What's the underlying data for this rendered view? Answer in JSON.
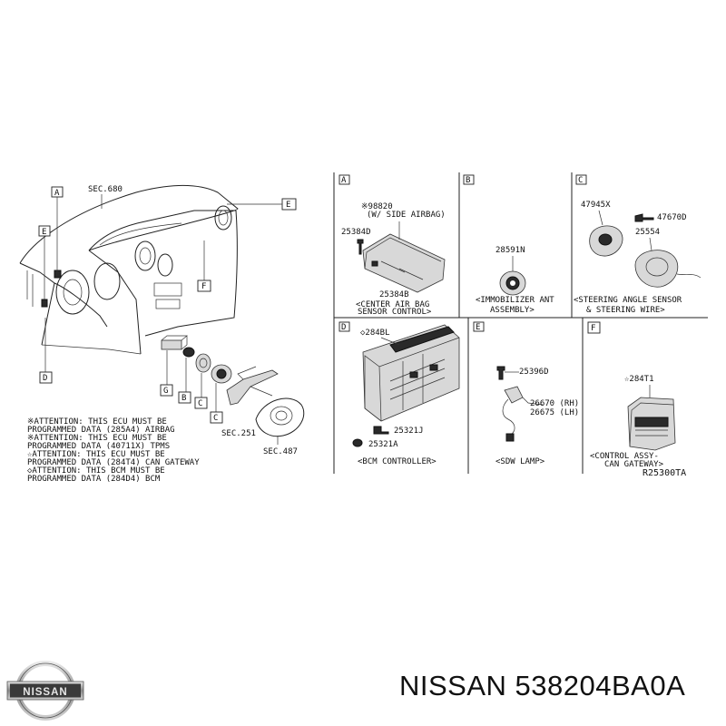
{
  "overview": {
    "sec_top": "SEC.680",
    "sec_251": "SEC.251",
    "sec_487": "SEC.487",
    "callouts": [
      "A",
      "E",
      "E",
      "F",
      "D",
      "G",
      "B",
      "C",
      "C"
    ]
  },
  "attention_notes": [
    "※ATTENTION: THIS ECU MUST BE",
    "PROGRAMMED DATA (285A4) AIRBAG",
    "※ATTENTION: THIS ECU MUST BE",
    "PROGRAMMED DATA (40711X) TPMS",
    "☆ATTENTION: THIS ECU MUST BE",
    "PROGRAMMED DATA (284T4) CAN GATEWAY",
    "◇ATTENTION: THIS BCM MUST BE",
    "PROGRAMMED DATA (284D4) BCM"
  ],
  "panels": {
    "A": {
      "label": "A",
      "p1": "※98820",
      "p1_note": "(W/ SIDE AIRBAG)",
      "p2": "25384D",
      "p3": "25384B",
      "caption1": "<CENTER AIR BAG",
      "caption2": "SENSOR CONTROL>"
    },
    "B": {
      "label": "B",
      "p1": "28591N",
      "caption1": "<IMMOBILIZER ANT",
      "caption2": "ASSEMBLY>"
    },
    "C": {
      "label": "C",
      "p1": "47945X",
      "p2": "47670D",
      "p3": "25554",
      "caption1": "<STEERING ANGLE SENSOR",
      "caption2": "& STEERING WIRE>"
    },
    "D": {
      "label": "D",
      "p1": "◇284BL",
      "p2": "25321J",
      "p3": "25321A",
      "caption1": "<BCM CONTROLLER>"
    },
    "E": {
      "label": "E",
      "p1": "25396D",
      "p2": "26670 (RH)",
      "p3": "26675 (LH)",
      "caption1": "<SDW LAMP>"
    },
    "F": {
      "label": "F",
      "p1": "☆284T1",
      "caption1": "<CONTROL ASSY-",
      "caption2": "CAN GATEWAY>"
    }
  },
  "diagram_code": "R25300TA",
  "brand": {
    "logo_text": "NISSAN",
    "title": "NISSAN 538204BA0A"
  }
}
